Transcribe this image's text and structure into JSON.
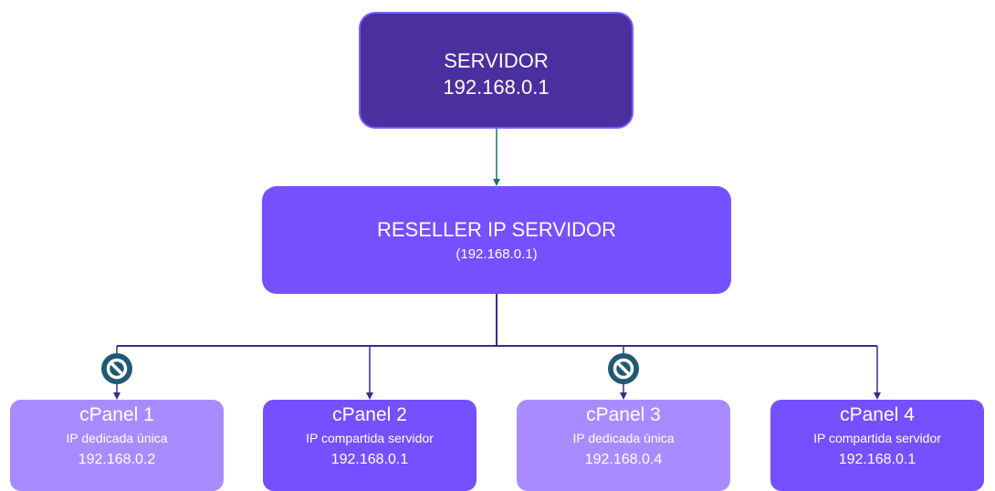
{
  "colors": {
    "server": "#4a2f9e",
    "reseller": "#7550ff",
    "panel_dedicated": "#a88cff",
    "panel_shared": "#7550ff",
    "connector_top": "#1f6f67",
    "connector": "#3d2a8a",
    "blocked_icon": "#1f5a72"
  },
  "server": {
    "title": "SERVIDOR",
    "ip": "192.168.0.1"
  },
  "reseller": {
    "title": "RESELLER IP SERVIDOR",
    "ip": "(192.168.0.1)"
  },
  "panels": [
    {
      "title": "cPanel 1",
      "type": "IP dedicada única",
      "ip": "192.168.0.2",
      "blocked": true,
      "icon": "blocked-icon"
    },
    {
      "title": "cPanel 2",
      "type": "IP compartida servidor",
      "ip": "192.168.0.1",
      "blocked": false
    },
    {
      "title": "cPanel 3",
      "type": "IP dedicada única",
      "ip": "192.168.0.4",
      "blocked": true,
      "icon": "blocked-icon"
    },
    {
      "title": "cPanel 4",
      "type": "IP compartida servidor",
      "ip": "192.168.0.1",
      "blocked": false
    }
  ]
}
